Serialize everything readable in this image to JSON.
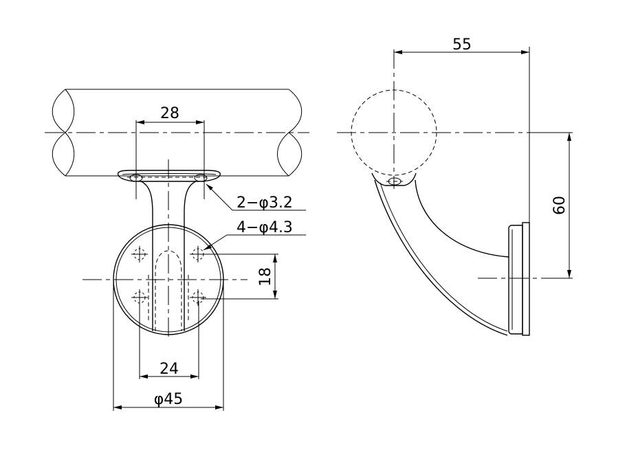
{
  "dimensions": {
    "rail_hole_spacing": "28",
    "rail_holes": "2−φ3.2",
    "plate_holes": "4−φ4.3",
    "plate_hole_vertical": "18",
    "plate_hole_horizontal": "24",
    "plate_diameter": "φ45",
    "projection": "55",
    "height": "60"
  },
  "colors": {
    "line": "#000000",
    "background": "#ffffff"
  }
}
